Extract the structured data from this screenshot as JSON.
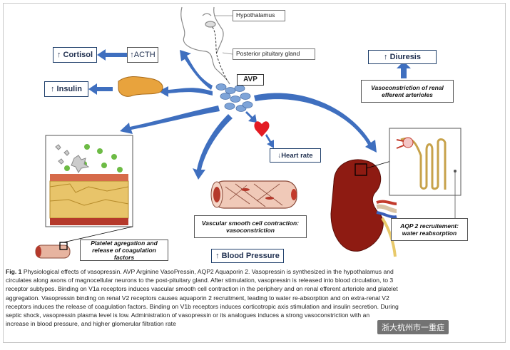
{
  "labels": {
    "hypothalamus": "Hypothalamus",
    "posterior_pituitary": "Posterior pituitary gland",
    "avp": "AVP",
    "cortisol": "↑ Cortisol",
    "acth": "↑ACTH",
    "insulin": "↑ Insulin",
    "heart_rate": "↓Heart rate",
    "diuresis": "↑ Diuresis",
    "renal_vasoconstriction": "Vasoconstriction of renal efferent arterioles",
    "platelet": "Platelet agregation and release of coagulation factors",
    "smooth_muscle": "Vascular smooth cell contraction: vasoconstriction",
    "blood_pressure": "↑ Blood Pressure",
    "aqp2": "AQP 2 recruitement: water reabsorption"
  },
  "caption": {
    "fig_label": "Fig. 1",
    "line1": "Physiological effects of vasopressin. AVP Arginine VasoPressin, AQP2 Aquaporin 2. Vasopressin is synthesized in the hypothalamus and",
    "line2": "circulates along axons of magnocellular neurons to the post-pituitary gland. After stimulation, vasopressin is released into blood circulation, to 3",
    "line3": "receptor subtypes. Binding on V1a receptors induces vascular smooth cell contraction in the periphery and on renal efferent arteriole and platelet",
    "line4": "aggregation. Vasopressin binding on renal V2 receptors causes aquaporin 2 recruitment, leading to water re-absorption and on extra-renal V2",
    "line5": "receptors induces the release of coagulation factors. Binding on V1b receptors induces corticotropic axis stimulation and insulin secretion. During",
    "line6": "septic shock, vasopressin plasma level is low. Administration of vasopressin or its analogues induces a strong vasoconstriction with an",
    "line7": "increase in blood pressure, and higher glomerular filtration rate"
  },
  "watermark": "浙大杭州市一重症",
  "colors": {
    "arrow_blue": "#3f6fbf",
    "box_border": "#1f3f6b",
    "heart": "#e31b23",
    "pancreas": "#e8a33d",
    "kidney": "#8e1b12"
  }
}
